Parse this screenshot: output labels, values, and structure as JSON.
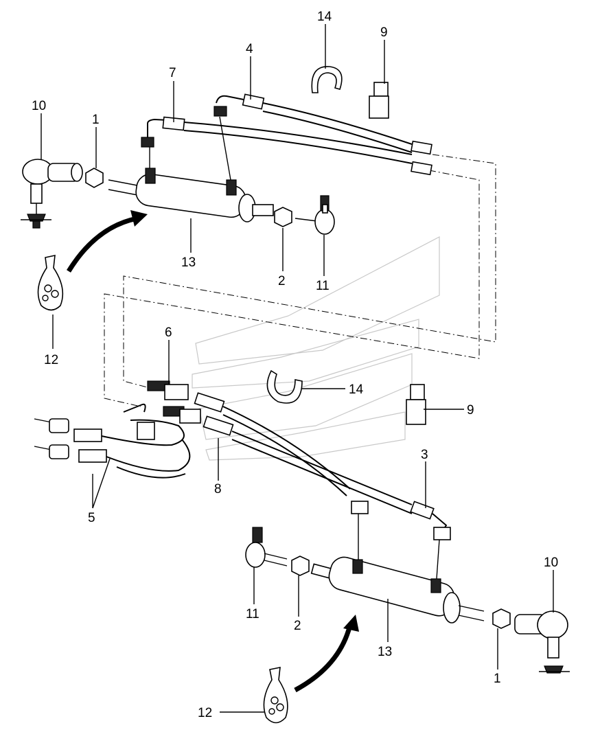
{
  "labels": {
    "l1_top": "1",
    "l2_top": "2",
    "l4": "4",
    "l7": "7",
    "l9_top": "9",
    "l10_top": "10",
    "l11_top": "11",
    "l12_top": "12",
    "l13_top": "13",
    "l14_top": "14",
    "l3": "3",
    "l5": "5",
    "l6": "6",
    "l8": "8",
    "l9_bot": "9",
    "l14_bot": "14",
    "l1_bot": "1",
    "l2_bot": "2",
    "l10_bot": "10",
    "l11_bot": "11",
    "l12_bot": "12",
    "l13_bot": "13"
  }
}
